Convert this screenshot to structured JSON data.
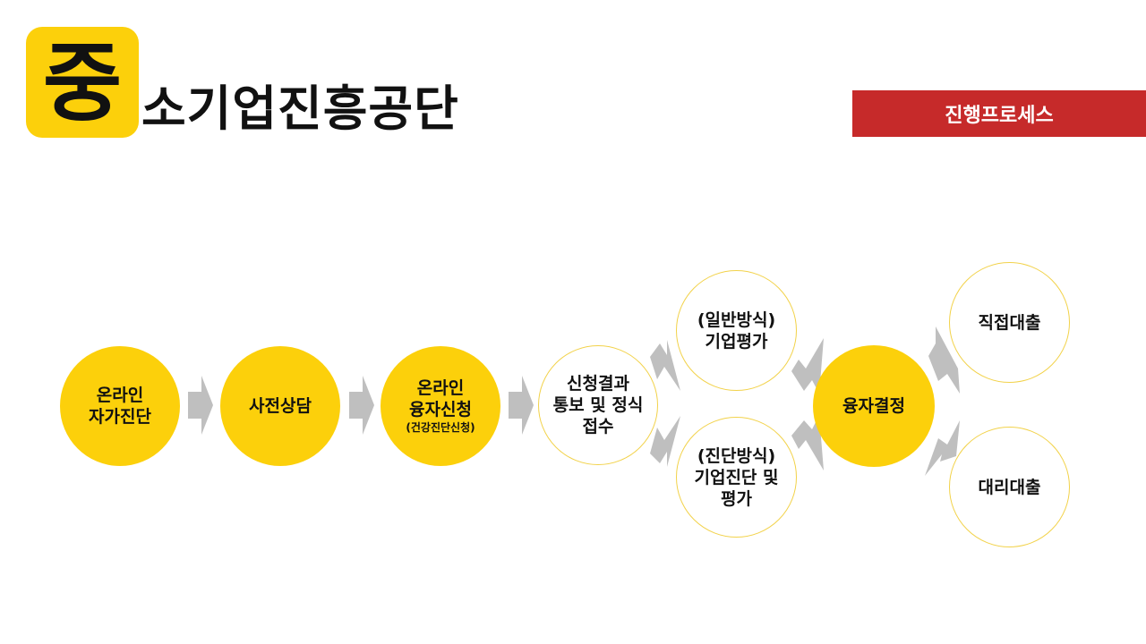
{
  "header": {
    "logo_char": "중",
    "logo_text": "소기업진흥공단",
    "badge": "진행프로세스"
  },
  "colors": {
    "brand_yellow": "#fcd00b",
    "badge_red": "#c62a2a",
    "arrow_gray": "#bfbfbf",
    "outline_yellow": "#f2d24a"
  },
  "nodes": {
    "n1": {
      "lines": [
        "온라인",
        "자가진단"
      ]
    },
    "n2": {
      "lines": [
        "사전상담"
      ]
    },
    "n3": {
      "lines": [
        "온라인",
        "융자신청"
      ],
      "sub": "(건강진단신청)"
    },
    "n4": {
      "lines": [
        "신청결과",
        "통보 및 정식",
        "접수"
      ]
    },
    "n5": {
      "lines": [
        "(일반방식)",
        "기업평가"
      ]
    },
    "n6": {
      "lines": [
        "(진단방식)",
        "기업진단 및",
        "평가"
      ]
    },
    "n7": {
      "lines": [
        "융자결정"
      ]
    },
    "n8": {
      "lines": [
        "직접대출"
      ]
    },
    "n9": {
      "lines": [
        "대리대출"
      ]
    }
  }
}
